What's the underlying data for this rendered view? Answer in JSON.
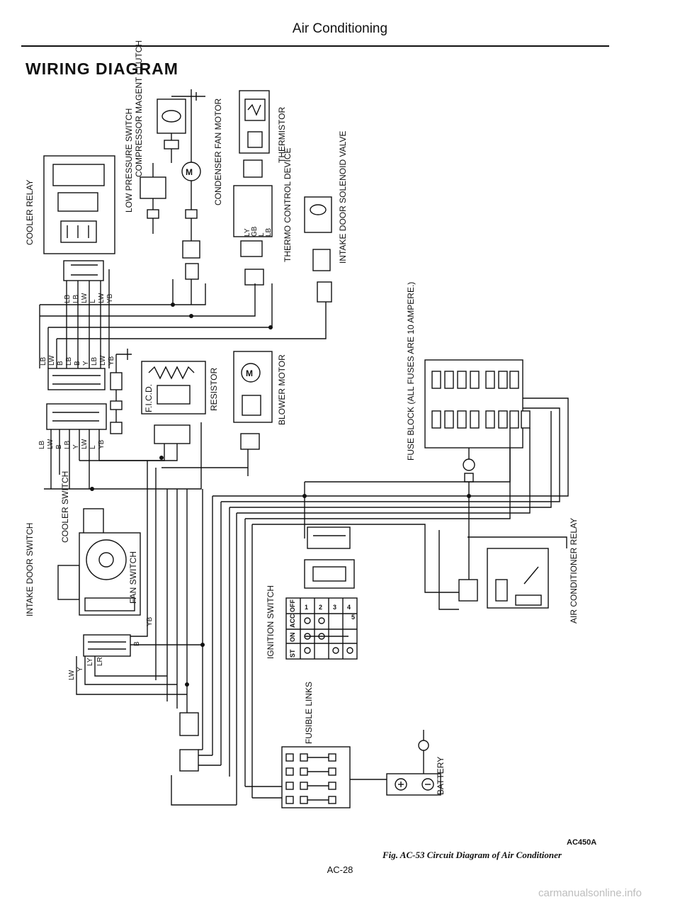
{
  "header": {
    "title": "Air Conditioning"
  },
  "section_title": "WIRING DIAGRAM",
  "components": {
    "compressor": "COMPRESSOR MAGENT CLUTCH",
    "low_pressure": "LOW PRESSURE SWITCH",
    "condenser": "CONDENSER FAN MOTOR",
    "thermistor": "THERMISTOR",
    "thermo": "THERMO CONTROL DEVICE",
    "intake_solenoid": "INTAKE DOOR SOLENOID VALVE",
    "cooler_relay": "COOLER RELAY",
    "ficd": "F.I.C.D.",
    "resistor": "RESISTOR",
    "blower": "BLOWER MOTOR",
    "fuse_block": "FUSE BLOCK (ALL FUSES ARE 10 AMPERE.)",
    "cooler_switch": "COOLER SWITCH",
    "intake_switch": "INTAKE DOOR SWITCH",
    "fan_switch": "FAN SWITCH",
    "ignition": "IGNITION SWITCH",
    "ac_relay": "AIR CONDITIONER RELAY",
    "fusible": "FUSIBLE LINKS",
    "battery": "BATTERY"
  },
  "ignition_table": {
    "modes": [
      "ST",
      "ON",
      "ACC",
      "OFF"
    ],
    "terminals": [
      "1",
      "2",
      "3",
      "4",
      "5"
    ]
  },
  "wire_codes": {
    "relay_conn": [
      "LB",
      "LB",
      "LW",
      "L",
      "LW",
      "YB"
    ],
    "mid_conn": [
      "LB",
      "LW",
      "B",
      "LB",
      "B",
      "Y",
      "LB",
      "LW",
      "YB"
    ],
    "fan_conn": [
      "LB",
      "LW",
      "B",
      "LB",
      "Y",
      "LW",
      "L",
      "YB"
    ],
    "thermo_conn": [
      "LY",
      "GB",
      "L",
      "LB"
    ],
    "bottom_left": [
      "LW",
      "Y",
      "LY",
      "LR",
      "YB",
      "B"
    ]
  },
  "footer": {
    "code": "AC450A",
    "caption": "Fig. AC-53  Circuit Diagram of Air Conditioner",
    "page": "AC-28",
    "watermark": "carmanualsonline.info"
  }
}
